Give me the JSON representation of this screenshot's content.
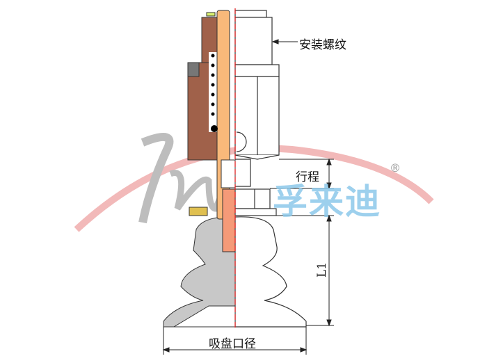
{
  "labels": {
    "thread": "安装螺纹",
    "stroke": "行程",
    "l1": "L1",
    "cup_diameter": "吸盘口径"
  },
  "watermark": {
    "brand": "孚来迪",
    "registered": "®"
  },
  "colors": {
    "body_brown": "#a0614a",
    "rod_orange": "#f9b97a",
    "center_line": "#e02020",
    "watermark_blue": "#8cc8ea",
    "rubber_grey": "#c8c8c8"
  }
}
